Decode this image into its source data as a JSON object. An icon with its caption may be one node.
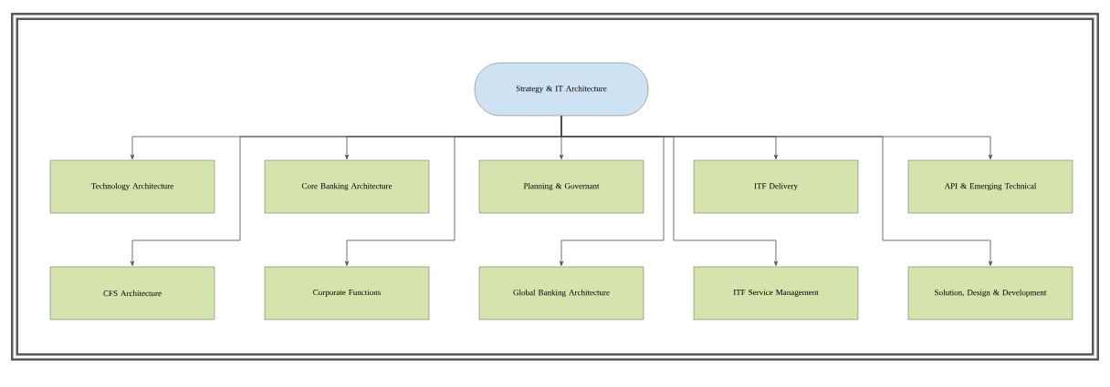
{
  "diagram": {
    "nodes": [
      {
        "text": [
          "Strategy & IT Architecture"
        ]
      },
      {
        "text": [
          "Technology Architecture"
        ]
      },
      {
        "text": [
          "Core Banking Architecture"
        ]
      },
      {
        "text": [
          "Planning & Governant"
        ]
      },
      {
        "text": [
          "ITF Delivery"
        ]
      },
      {
        "text": [
          "API & Emerging Technical"
        ]
      },
      {
        "text": [
          "CFS Architecture"
        ]
      },
      {
        "text": [
          "Corporate Functions"
        ]
      },
      {
        "text": [
          "Global Banking Architecture"
        ]
      },
      {
        "text": [
          "ITF Service Management"
        ]
      },
      {
        "text": [
          "Solution, Design & Development"
        ]
      }
    ],
    "edges": [
      {
        "from": 0,
        "to": 1,
        "arrow": "to"
      },
      {
        "from": 0,
        "to": 2,
        "arrow": "to"
      },
      {
        "from": 0,
        "to": 3,
        "arrow": "to"
      },
      {
        "from": 0,
        "to": 4,
        "arrow": "to"
      },
      {
        "from": 0,
        "to": 5,
        "arrow": "to"
      },
      {
        "from": 0,
        "to": 6,
        "arrow": "to"
      },
      {
        "from": 0,
        "to": 7,
        "arrow": "to"
      },
      {
        "from": 0,
        "to": 8,
        "arrow": "to"
      },
      {
        "from": 0,
        "to": 9,
        "arrow": "to"
      },
      {
        "from": 0,
        "to": 10,
        "arrow": "to"
      }
    ]
  }
}
